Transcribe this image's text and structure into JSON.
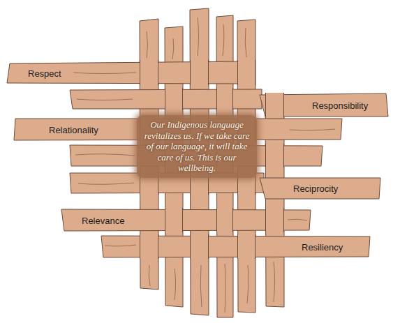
{
  "diagram": {
    "nodes": [
      {
        "text": [
          "Respect"
        ]
      },
      {
        "text": [
          "Responsibility"
        ]
      },
      {
        "text": [
          "Relationality"
        ]
      },
      {
        "text": [
          "Our Indigenous language revitalizes us. If we take care of our language, it will take care of us. This is our wellbeing."
        ]
      },
      {
        "text": [
          "Reciprocity"
        ]
      },
      {
        "text": [
          "Relevance"
        ]
      },
      {
        "text": [
          "Resiliency"
        ]
      }
    ]
  }
}
